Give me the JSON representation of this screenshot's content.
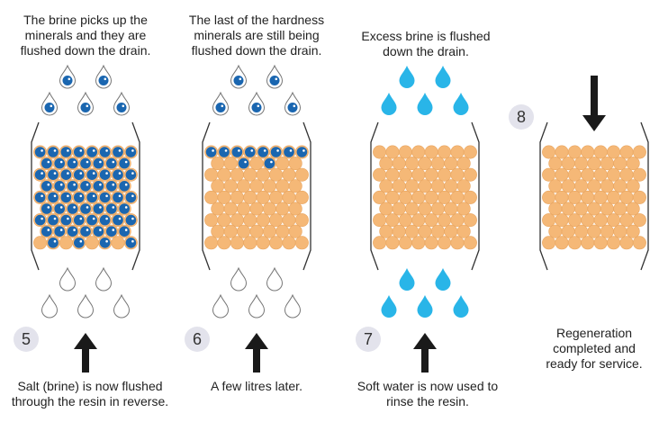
{
  "steps": [
    {
      "number": "5",
      "top_caption": "The brine picks up the\nminerals and they are\nflushed down the drain.",
      "bottom_caption": "Salt (brine) is now flushed\nthrough the resin in reverse.",
      "upper_drops": "mineral-drop",
      "lower_drops": "outline-drop",
      "arrow": "up"
    },
    {
      "number": "6",
      "top_caption": "The last of the hardness\nminerals are still being\nflushed down the drain.",
      "bottom_caption": "A few litres later.",
      "upper_drops": "mineral-drop",
      "lower_drops": "outline-drop",
      "arrow": "up"
    },
    {
      "number": "7",
      "top_caption": "Excess brine is flushed\ndown the drain.",
      "bottom_caption": "Soft water is now used to\nrinse the resin.",
      "upper_drops": "water-drop",
      "lower_drops": "water-drop",
      "arrow": "up"
    },
    {
      "number": "8",
      "top_caption": "",
      "bottom_caption": "Regeneration\ncompleted and\nready for service.",
      "upper_drops": "none",
      "lower_drops": "none",
      "arrow": "down"
    }
  ],
  "colors": {
    "resin_bead": "#f5b877",
    "resin_bead_stroke": "#e8a560",
    "mineral": "#1a66b0",
    "water": "#29b5e8",
    "badge_bg": "#e3e3ec",
    "arrow": "#1a1a1a"
  }
}
